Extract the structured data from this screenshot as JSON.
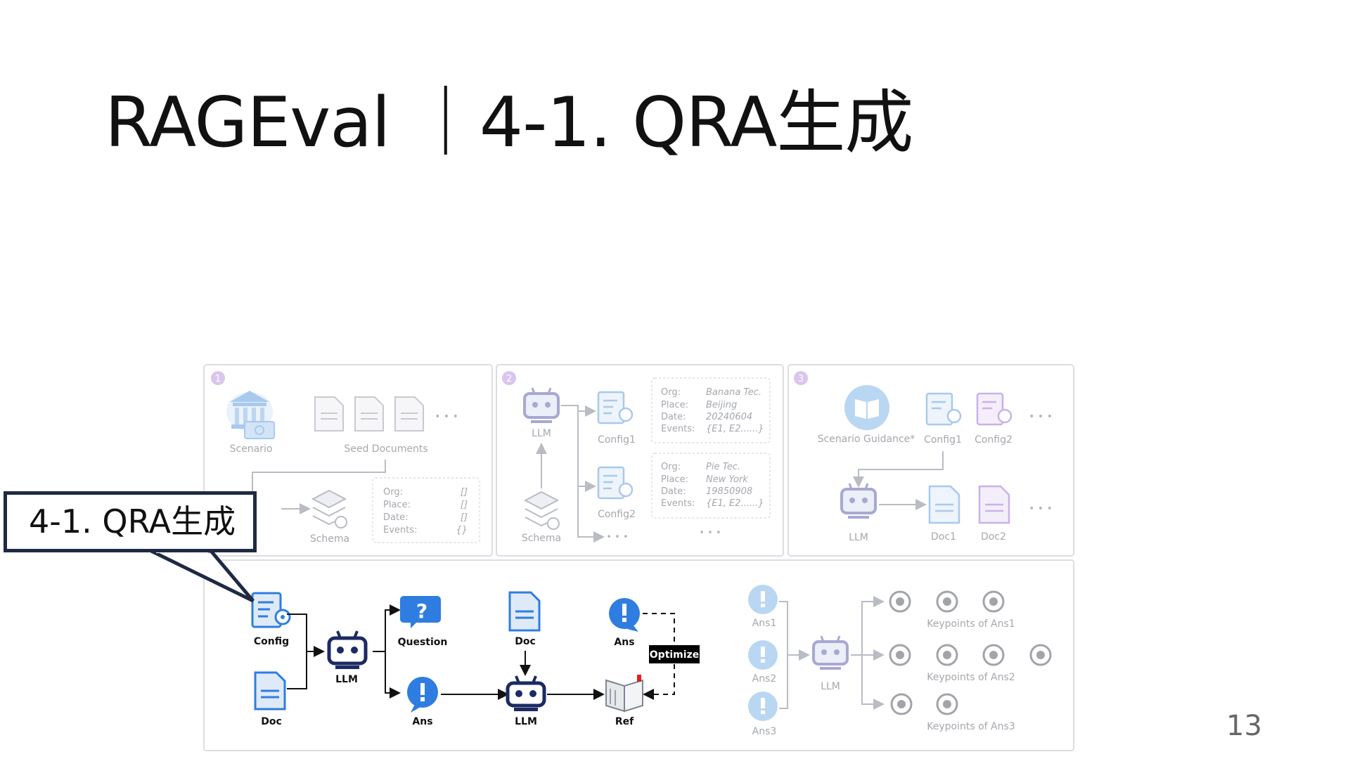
{
  "slide": {
    "title": "RAGEval ｜4-1. QRA生成",
    "page_number": "13",
    "callout": "4-1. QRA生成"
  },
  "diagram": {
    "steps": [
      "1",
      "2",
      "3"
    ],
    "panel1": {
      "scenario_label": "Scenario",
      "seed_docs_label": "Seed Documents",
      "schema_label": "Schema",
      "fields": [
        "Org:",
        "Place:",
        "Date:",
        "Events:"
      ],
      "field_values": [
        "[]",
        "[]",
        "[]",
        "{}"
      ],
      "ellipsis": "• • •"
    },
    "panel2": {
      "llm_label": "LLM",
      "schema_label": "Schema",
      "config1_label": "Config1",
      "config2_label": "Config2",
      "card1": {
        "keys": [
          "Org:",
          "Place:",
          "Date:",
          "Events:"
        ],
        "values": [
          "Banana Tec.",
          "Beijing",
          "20240604",
          "{E1, E2......}"
        ]
      },
      "card2": {
        "keys": [
          "Org:",
          "Place:",
          "Date:",
          "Events:"
        ],
        "values": [
          "Pie Tec.",
          "New York",
          "19850908",
          "{E1, E2......}"
        ]
      },
      "ellipsis": "• • •"
    },
    "panel3": {
      "guidance_label": "Scenario Guidance*",
      "config1_label": "Config1",
      "config2_label": "Config2",
      "llm_label": "LLM",
      "doc1_label": "Doc1",
      "doc2_label": "Doc2",
      "ellipsis": "• • •"
    },
    "panel4": {
      "config_label": "Config",
      "doc_label": "Doc",
      "llm_label": "LLM",
      "question_label": "Question",
      "ans_label": "Ans",
      "doc_top_label": "Doc",
      "llm2_label": "LLM",
      "ans_top_label": "Ans",
      "ref_label": "Ref",
      "optimize_label": "Optimize"
    },
    "panel5": {
      "ans1_label": "Ans1",
      "ans2_label": "Ans2",
      "ans3_label": "Ans3",
      "llm_label": "LLM",
      "kp1_label": "Keypoints of Ans1",
      "kp2_label": "Keypoints of Ans2",
      "kp3_label": "Keypoints of Ans3"
    }
  },
  "colors": {
    "accent_blue": "#2f7de1",
    "navy": "#1b2a63",
    "faded_blue": "#a9c9ee",
    "faded_purple": "#c9b3e8",
    "callout_border": "#1e2a44"
  }
}
